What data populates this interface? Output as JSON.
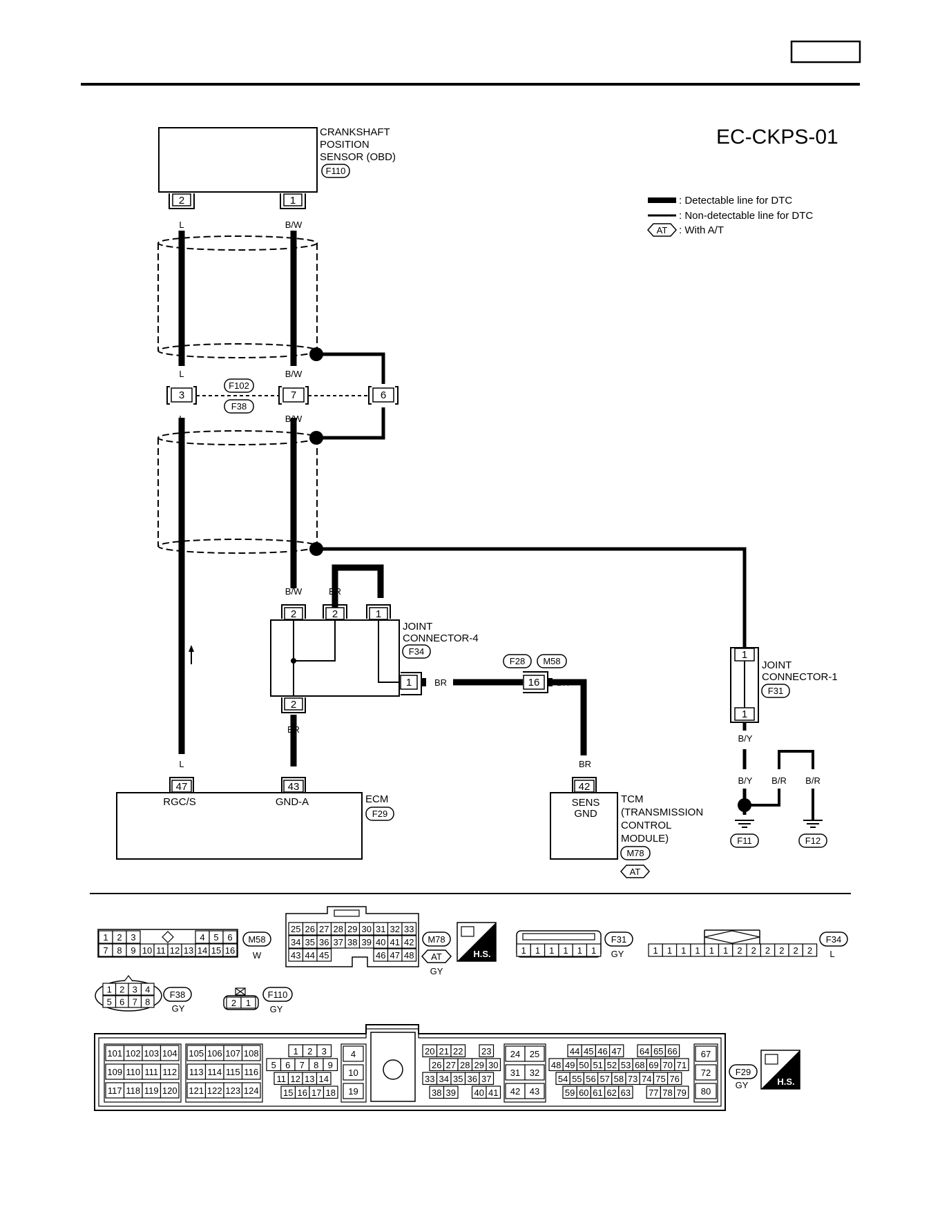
{
  "diagram_id": "EC-CKPS-01",
  "legend": [
    {
      "style": "thick",
      "text": ": Detectable line for DTC"
    },
    {
      "style": "thin",
      "text": ": Non-detectable line for DTC"
    },
    {
      "style": "badge",
      "badge": "AT",
      "text": ": With A/T"
    }
  ],
  "sensor": {
    "lines": [
      "CRANKSHAFT",
      "POSITION",
      "SENSOR (OBD)"
    ],
    "connector": "F110",
    "pins": [
      "2",
      "1"
    ],
    "wires": [
      "L",
      "B/W"
    ]
  },
  "joint": {
    "pins": [
      "3",
      "7",
      "6"
    ],
    "connectors": [
      "F102",
      "F38"
    ],
    "wires_top": [
      "L",
      "B/W"
    ],
    "wires_bottom": [
      "L",
      "B/W"
    ]
  },
  "joint4": {
    "lines": [
      "JOINT",
      "CONNECTOR-4"
    ],
    "connector": "F34",
    "pins_top": [
      "2",
      "2",
      "1"
    ],
    "pin_side": "1",
    "pin_bottom": "2",
    "wires_top": [
      "B/W",
      "BR"
    ],
    "wire_side": "BR",
    "wire_bottom": "BR"
  },
  "inline": {
    "pin": "16",
    "connectors": [
      "F28",
      "M58"
    ],
    "wire": "BR",
    "wire_down": "BR"
  },
  "joint1": {
    "lines": [
      "JOINT",
      "CONNECTOR-1"
    ],
    "connector": "F31",
    "pins": [
      "1",
      "1"
    ],
    "wires": [
      "B/Y",
      "B/Y"
    ]
  },
  "ground": {
    "wires": [
      "B/R",
      "B/R"
    ],
    "labels": [
      "F11",
      "F12"
    ]
  },
  "ecm": {
    "name": "ECM",
    "connector": "F29",
    "pins": [
      "47",
      "43"
    ],
    "terminals": [
      "RGC/S",
      "GND-A"
    ],
    "wire_left": "L"
  },
  "tcm": {
    "lines": [
      "TCM",
      "(TRANSMISSION",
      "CONTROL",
      "MODULE)"
    ],
    "connector": "M78",
    "badge": "AT",
    "pin": "42",
    "terminal_lines": [
      "SENS",
      "GND"
    ]
  },
  "connectors": {
    "m58": {
      "id": "M58",
      "color": "W",
      "row1": [
        "1",
        "2",
        "3",
        "",
        "4",
        "5",
        "6"
      ],
      "row2": [
        "7",
        "8",
        "9",
        "10",
        "11",
        "12",
        "13",
        "14",
        "15",
        "16"
      ]
    },
    "m78": {
      "id": "M78",
      "badge": "AT",
      "color": "GY",
      "hs": "H.S.",
      "row1": [
        "25",
        "26",
        "27",
        "28",
        "29",
        "30",
        "31",
        "32",
        "33"
      ],
      "row2": [
        "34",
        "35",
        "36",
        "37",
        "38",
        "39",
        "40",
        "41",
        "42"
      ],
      "row3a": [
        "43",
        "44",
        "45"
      ],
      "row3b": [
        "46",
        "47",
        "48"
      ]
    },
    "f31": {
      "id": "F31",
      "color": "GY",
      "pins": [
        "1",
        "1",
        "1",
        "1",
        "1",
        "1"
      ]
    },
    "f34": {
      "id": "F34",
      "color": "L",
      "pins": [
        "1",
        "1",
        "1",
        "1",
        "1",
        "1",
        "2",
        "2",
        "2",
        "2",
        "2",
        "2"
      ]
    },
    "f38": {
      "id": "F38",
      "color": "GY",
      "row1": [
        "1",
        "2",
        "3",
        "4"
      ],
      "row2": [
        "5",
        "6",
        "7",
        "8"
      ]
    },
    "f110": {
      "id": "F110",
      "color": "GY",
      "pins": [
        "2",
        "1"
      ]
    },
    "f29": {
      "id": "F29",
      "color": "GY",
      "hs": "H.S.",
      "g1": [
        [
          "101",
          "102",
          "103",
          "104"
        ],
        [
          "109",
          "110",
          "111",
          "112"
        ],
        [
          "117",
          "118",
          "119",
          "120"
        ]
      ],
      "g2": [
        [
          "105",
          "106",
          "107",
          "108"
        ],
        [
          "113",
          "114",
          "115",
          "116"
        ],
        [
          "121",
          "122",
          "123",
          "124"
        ]
      ],
      "g3": [
        [
          "1",
          "2",
          "3"
        ],
        [
          "5",
          "6",
          "7",
          "8",
          "9"
        ],
        [
          "11",
          "12",
          "13",
          "14"
        ],
        [
          "15",
          "16",
          "17",
          "18"
        ]
      ],
      "g4": [
        "4",
        "10",
        "19"
      ],
      "g5": [
        [
          "20",
          "21",
          "22",
          "",
          "23"
        ],
        [
          "26",
          "27",
          "28",
          "29",
          "30"
        ],
        [
          "33",
          "34",
          "35",
          "36",
          "37"
        ],
        [
          "38",
          "39",
          "",
          "40",
          "41"
        ]
      ],
      "g6": [
        [
          "24",
          "25"
        ],
        [
          "31",
          "32"
        ],
        [
          "42",
          "43"
        ]
      ],
      "g7": [
        [
          "44",
          "45",
          "46",
          "47",
          "",
          "64",
          "65",
          "66"
        ],
        [
          "48",
          "49",
          "50",
          "51",
          "52",
          "53",
          "68",
          "69",
          "70",
          "71"
        ],
        [
          "54",
          "55",
          "56",
          "57",
          "58",
          "73",
          "74",
          "75",
          "76"
        ],
        [
          "59",
          "60",
          "61",
          "62",
          "63",
          "",
          "77",
          "78",
          "79"
        ]
      ],
      "g8": [
        "67",
        "72",
        "80"
      ]
    }
  }
}
